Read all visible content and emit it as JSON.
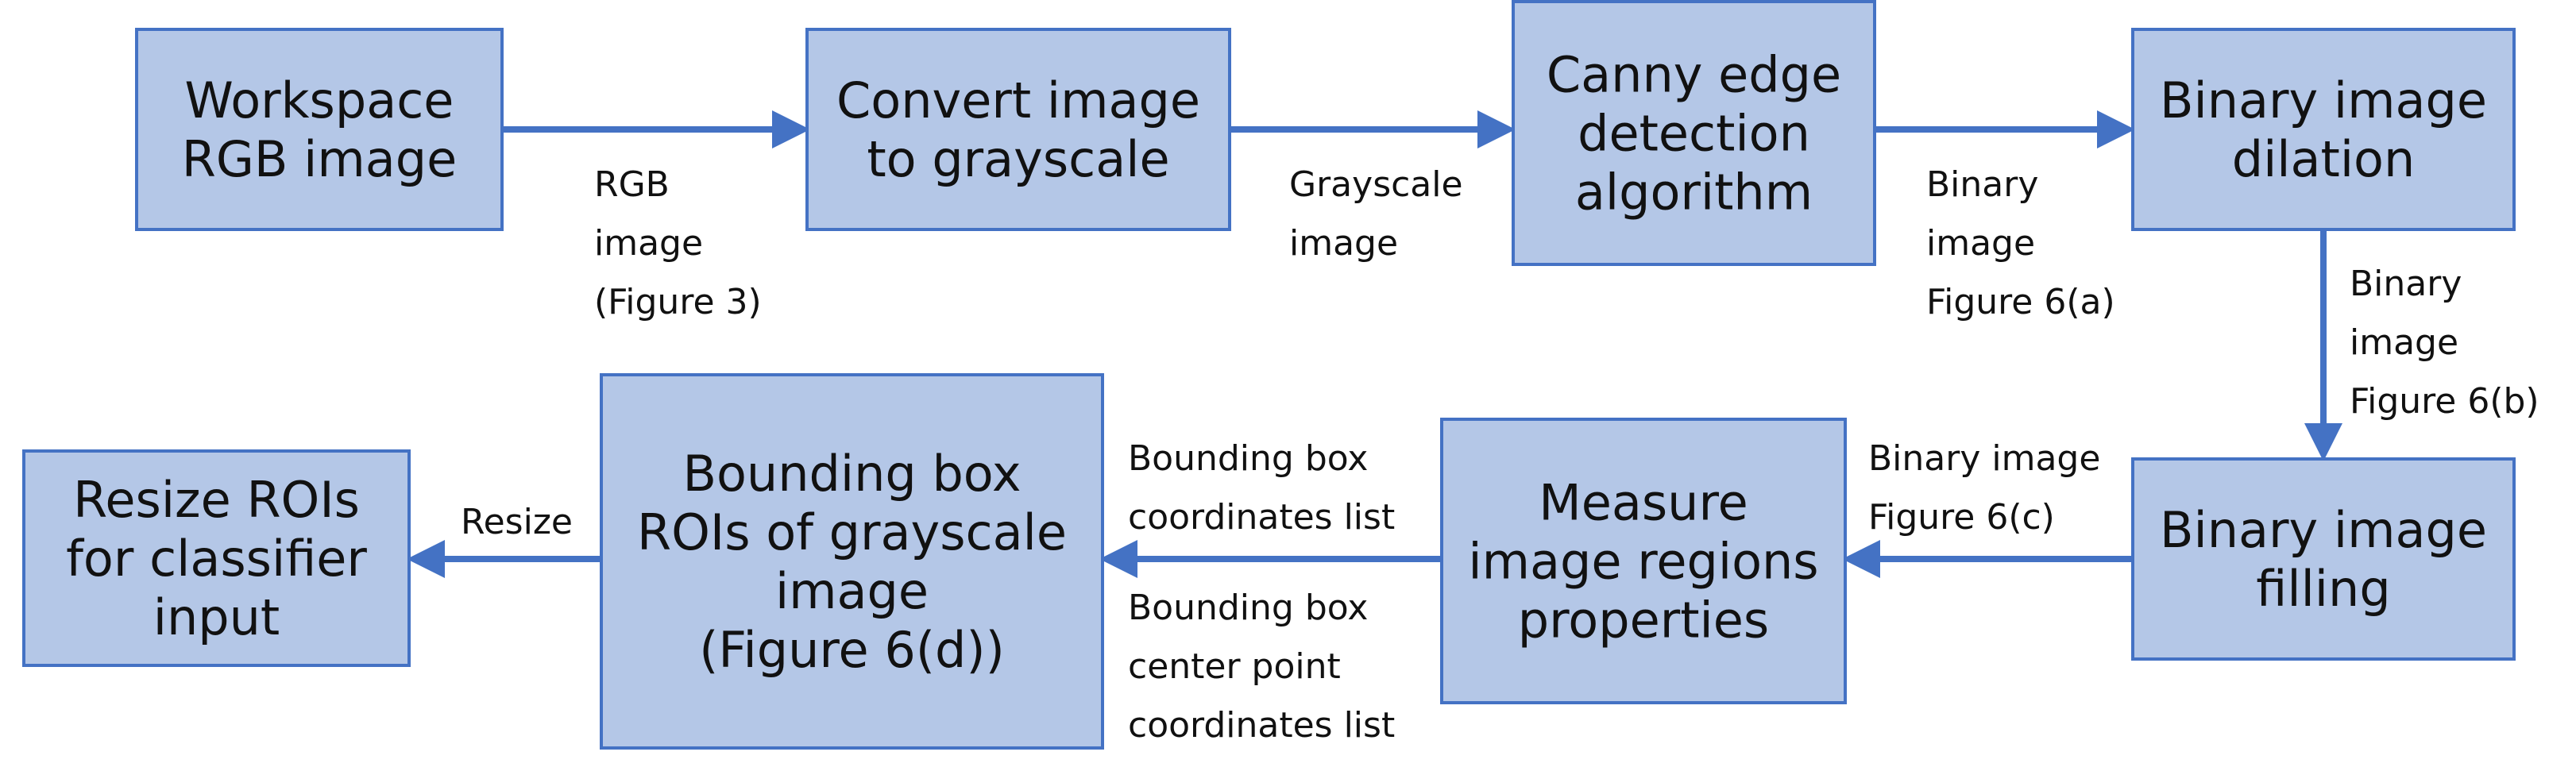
{
  "colors": {
    "box_fill": "#b4c7e7",
    "box_border": "#4472c4",
    "arrow": "#4472c4",
    "text": "#111111"
  },
  "nodes": [
    {
      "id": "workspace",
      "lines": [
        "Workspace",
        "RGB image"
      ]
    },
    {
      "id": "grayscale",
      "lines": [
        "Convert image",
        "to grayscale"
      ]
    },
    {
      "id": "canny",
      "lines": [
        "Canny edge",
        "detection",
        "algorithm"
      ]
    },
    {
      "id": "dilation",
      "lines": [
        "Binary image",
        "dilation"
      ]
    },
    {
      "id": "filling",
      "lines": [
        "Binary image",
        "filling"
      ]
    },
    {
      "id": "measure",
      "lines": [
        "Measure",
        "image regions",
        "properties"
      ]
    },
    {
      "id": "rois",
      "lines": [
        "Bounding box",
        "ROIs of grayscale",
        "image",
        "(Figure 6(d))"
      ]
    },
    {
      "id": "resize",
      "lines": [
        "Resize ROIs",
        "for classifier",
        "input"
      ]
    }
  ],
  "edges": [
    {
      "from": "workspace",
      "to": "grayscale",
      "labels": [
        [
          "RGB",
          "image",
          "(Figure 3)"
        ]
      ]
    },
    {
      "from": "grayscale",
      "to": "canny",
      "labels": [
        [
          "Grayscale",
          "image"
        ]
      ]
    },
    {
      "from": "canny",
      "to": "dilation",
      "labels": [
        [
          "Binary",
          "image",
          "Figure 6(a)"
        ]
      ]
    },
    {
      "from": "dilation",
      "to": "filling",
      "labels": [
        [
          "Binary",
          "image",
          "Figure 6(b)"
        ]
      ]
    },
    {
      "from": "filling",
      "to": "measure",
      "labels": [
        [
          "Binary image",
          "Figure 6(c)"
        ]
      ]
    },
    {
      "from": "measure",
      "to": "rois",
      "labels": [
        [
          "Bounding box",
          "coordinates list"
        ],
        [
          "Bounding box",
          "center point",
          "coordinates list"
        ]
      ]
    },
    {
      "from": "rois",
      "to": "resize",
      "labels": [
        [
          "Resize"
        ]
      ]
    }
  ]
}
